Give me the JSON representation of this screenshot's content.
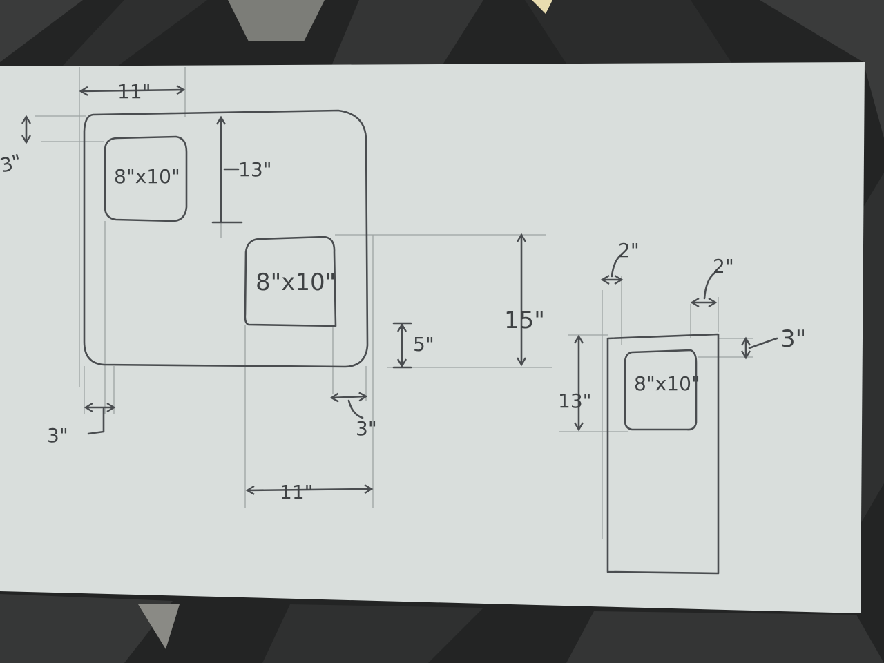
{
  "colors": {
    "paper": "#d9dedc",
    "pencil": "#4a4d50",
    "background": "#232424"
  },
  "left_layout": {
    "top_width": "11\"",
    "top_margin": "3\"",
    "frame_label_1": "8\"x10\"",
    "vertical_offset": "13\"",
    "frame_label_2": "8\"x10\"",
    "total_height": "15\"",
    "bottom_margin": "5\"",
    "left_margin": "3\"",
    "right_margin": "3\"",
    "bottom_width": "11\""
  },
  "right_layout": {
    "left_margin": "2\"",
    "right_margin": "2\"",
    "top_margin": "3\"",
    "frame_label": "8\"x10\"",
    "height": "13\""
  }
}
